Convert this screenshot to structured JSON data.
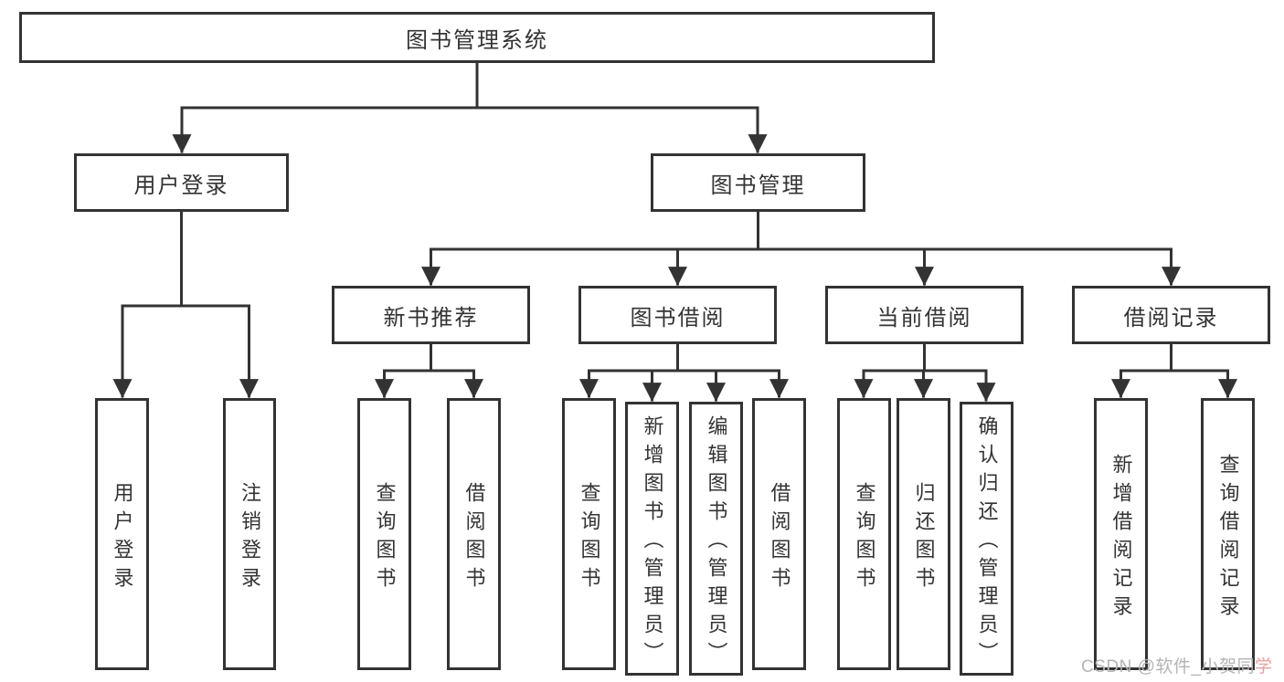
{
  "page": {
    "background": "#ffffff"
  },
  "colors": {
    "line": "#333333",
    "box_border": "#333333",
    "text": "#333333",
    "watermark": "#b4b4b4",
    "watermark_accent": "#e79f9f"
  },
  "tree": {
    "root": {
      "label": "图书管理系统"
    },
    "children": [
      {
        "label": "用户登录",
        "children": [
          {
            "label": "用户登录"
          },
          {
            "label": "注销登录"
          }
        ]
      },
      {
        "label": "图书管理",
        "children": [
          {
            "label": "新书推荐",
            "children": [
              {
                "label": "查询图书"
              },
              {
                "label": "借阅图书"
              }
            ]
          },
          {
            "label": "图书借阅",
            "children": [
              {
                "label": "查询图书"
              },
              {
                "label": "新增图书（管理员）"
              },
              {
                "label": "编辑图书（管理员）"
              },
              {
                "label": "借阅图书"
              }
            ]
          },
          {
            "label": "当前借阅",
            "children": [
              {
                "label": "查询图书"
              },
              {
                "label": "归还图书"
              },
              {
                "label": "确认归还（管理员）"
              }
            ]
          },
          {
            "label": "借阅记录",
            "children": [
              {
                "label": "新增借阅记录"
              },
              {
                "label": "查询借阅记录"
              }
            ]
          }
        ]
      }
    ]
  },
  "watermark": {
    "text": "CSDN @软件_小贺同学",
    "text_gray": "CSDN @软件_小贺同",
    "text_accent": "学"
  }
}
